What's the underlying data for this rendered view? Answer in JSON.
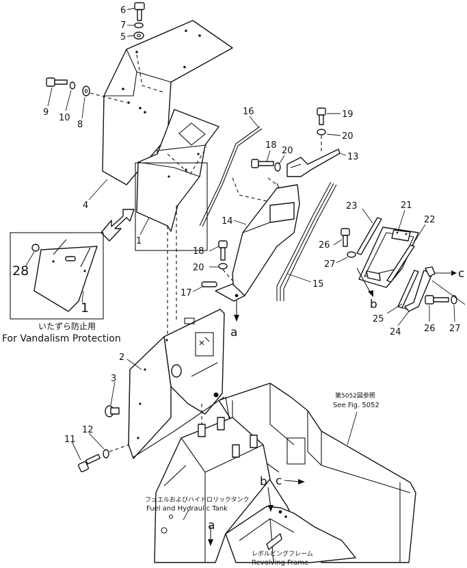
{
  "parts": {
    "p1": "1",
    "p1b": "1",
    "p2": "2",
    "p3": "3",
    "p4": "4",
    "p5": "5",
    "p6": "6",
    "p7": "7",
    "p8": "8",
    "p9": "9",
    "p10": "10",
    "p11": "11",
    "p12": "12",
    "p13": "13",
    "p14": "14",
    "p15": "15",
    "p16": "16",
    "p17": "17",
    "p18a": "18",
    "p18b": "18",
    "p19": "19",
    "p20a": "20",
    "p20b": "20",
    "p20c": "20",
    "p21": "21",
    "p22": "22",
    "p23": "23",
    "p24": "24",
    "p25": "25",
    "p26a": "26",
    "p26b": "26",
    "p27a": "27",
    "p27b": "27",
    "p28": "28"
  },
  "refs": {
    "a_top": "a",
    "a_bottom": "a",
    "b_top": "b",
    "b_bottom": "b",
    "c_top": "c",
    "c_bottom": "c"
  },
  "notes": {
    "vandalism_jp": "いたずら防止用",
    "vandalism_en": "For Vandalism Protection",
    "see_fig_jp": "第5052図参照",
    "see_fig_en": "See Fig. 5052",
    "fuel_tank_jp": "フュエルおよびハイドロリックタンク",
    "fuel_tank_en": "Fuel and Hydraulic Tank",
    "frame_jp": "レボルビングフレーム",
    "frame_en": "Revolving Frame"
  }
}
